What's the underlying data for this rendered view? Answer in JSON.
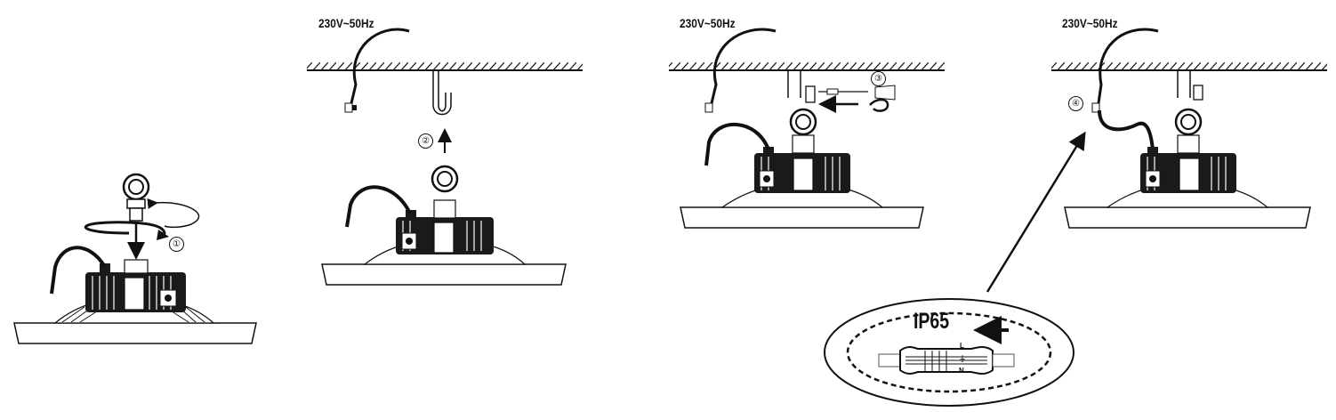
{
  "panels": [
    {
      "id": "panel-1",
      "voltage": "",
      "step": "①"
    },
    {
      "id": "panel-2",
      "voltage": "230V~50Hz",
      "step": "②"
    },
    {
      "id": "panel-3",
      "voltage": "230V~50Hz",
      "step": "③"
    },
    {
      "id": "panel-4",
      "voltage": "230V~50Hz",
      "step": "④"
    }
  ],
  "connector_callout": {
    "rating": "IP65",
    "terminals": [
      "L",
      "⏚",
      "N"
    ]
  }
}
